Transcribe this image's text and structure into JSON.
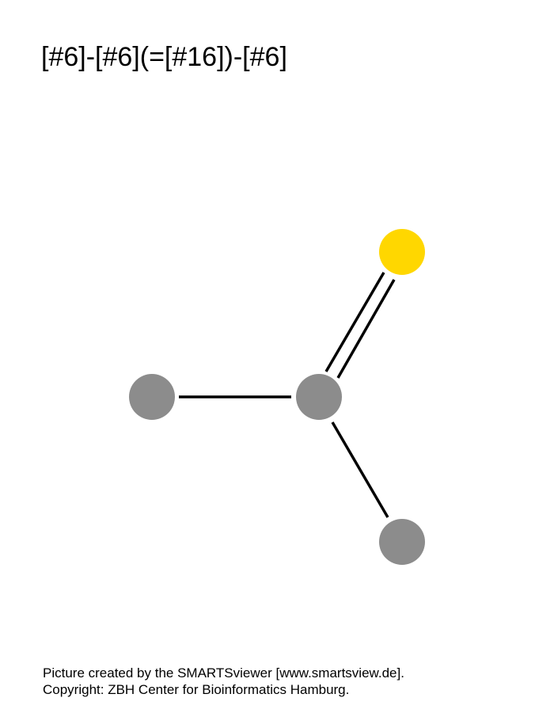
{
  "title": "[#6]-[#6](=[#16])-[#6]",
  "atoms": [
    {
      "id": "c1",
      "element": "C",
      "color": "#8c8c8c"
    },
    {
      "id": "c2",
      "element": "C",
      "color": "#8c8c8c"
    },
    {
      "id": "s1",
      "element": "S",
      "color": "#ffd700"
    },
    {
      "id": "c3",
      "element": "C",
      "color": "#8c8c8c"
    }
  ],
  "bonds": [
    {
      "from": "c1",
      "to": "c2",
      "order": "single"
    },
    {
      "from": "c2",
      "to": "s1",
      "order": "double"
    },
    {
      "from": "c2",
      "to": "c3",
      "order": "single"
    }
  ],
  "footer": {
    "line1": "Picture created by the SMARTSviewer [www.smartsview.de].",
    "line2": "Copyright: ZBH Center for Bioinformatics Hamburg."
  },
  "colors": {
    "carbon": "#8c8c8c",
    "sulfur": "#ffd700",
    "bond": "#000000"
  }
}
